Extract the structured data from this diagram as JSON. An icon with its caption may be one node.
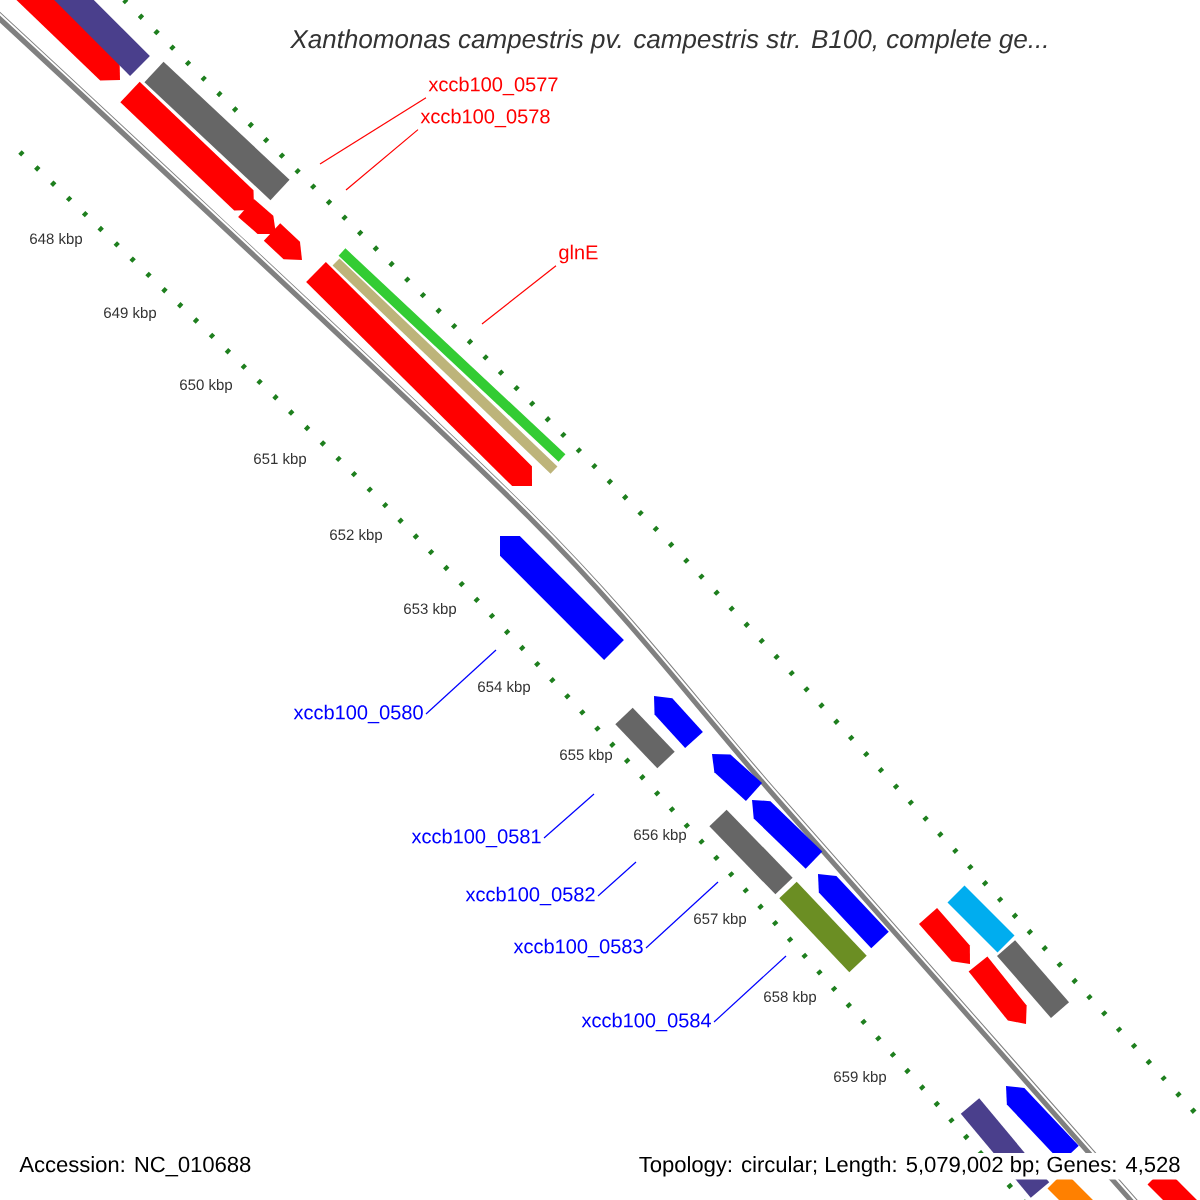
{
  "diagram": {
    "title": "Xanthomonas campestris pv. campestris str. B100, complete ge...",
    "nodes": [
      {
        "text": [
          "xccb100_0577"
        ]
      },
      {
        "text": [
          "xccb100_0578"
        ]
      },
      {
        "text": [
          "glnE"
        ]
      },
      {
        "text": [
          "xccb100_0580"
        ]
      },
      {
        "text": [
          "xccb100_0581"
        ]
      },
      {
        "text": [
          "xccb100_0582"
        ]
      },
      {
        "text": [
          "xccb100_0583"
        ]
      },
      {
        "text": [
          "xccb100_0584"
        ]
      }
    ],
    "edges": [
      {
        "from": 0,
        "to": null,
        "arrow": "none",
        "color": "#ff0000"
      },
      {
        "from": 1,
        "to": null,
        "arrow": "none",
        "color": "#ff0000"
      },
      {
        "from": 2,
        "to": null,
        "arrow": "none",
        "color": "#ff0000"
      },
      {
        "from": 3,
        "to": null,
        "arrow": "none"
      },
      {
        "from": 4,
        "to": null,
        "arrow": "none"
      },
      {
        "from": 5,
        "to": null,
        "arrow": "none"
      },
      {
        "from": 6,
        "to": null,
        "arrow": "none"
      },
      {
        "from": 7,
        "to": null,
        "arrow": "none"
      }
    ],
    "labels": [
      "648 kbp",
      "649 kbp",
      "650 kbp",
      "651 kbp",
      "652 kbp",
      "653 kbp",
      "654 kbp",
      "655 kbp",
      "656 kbp",
      "657 kbp",
      "658 kbp",
      "659 kbp",
      "Accession: NC_010688",
      "Topology: circular; Length: 5,079,002 bp; Genes: 4,528"
    ]
  }
}
